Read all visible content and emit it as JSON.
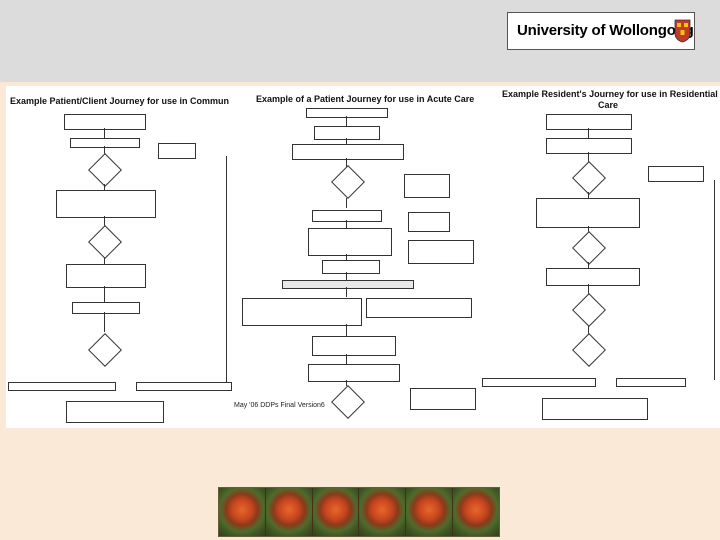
{
  "header": {
    "logo_text": "University of Wollongong"
  },
  "panels": {
    "left_title": "Example Patient/Client Journey for use in Commun",
    "middle_title": "Example of a Patient Journey for use in Acute Care",
    "right_title_line1": "Example Resident's Journey for use in Residential",
    "right_title_line2": "Care",
    "middle_caption": "May '06 DDPs Final Version6"
  },
  "colors": {
    "background_top": "#dcdcdc",
    "slide_bg": "#fbe9d8",
    "flower_accent": "#e5682c"
  },
  "icons": [
    "university-crest-icon"
  ]
}
